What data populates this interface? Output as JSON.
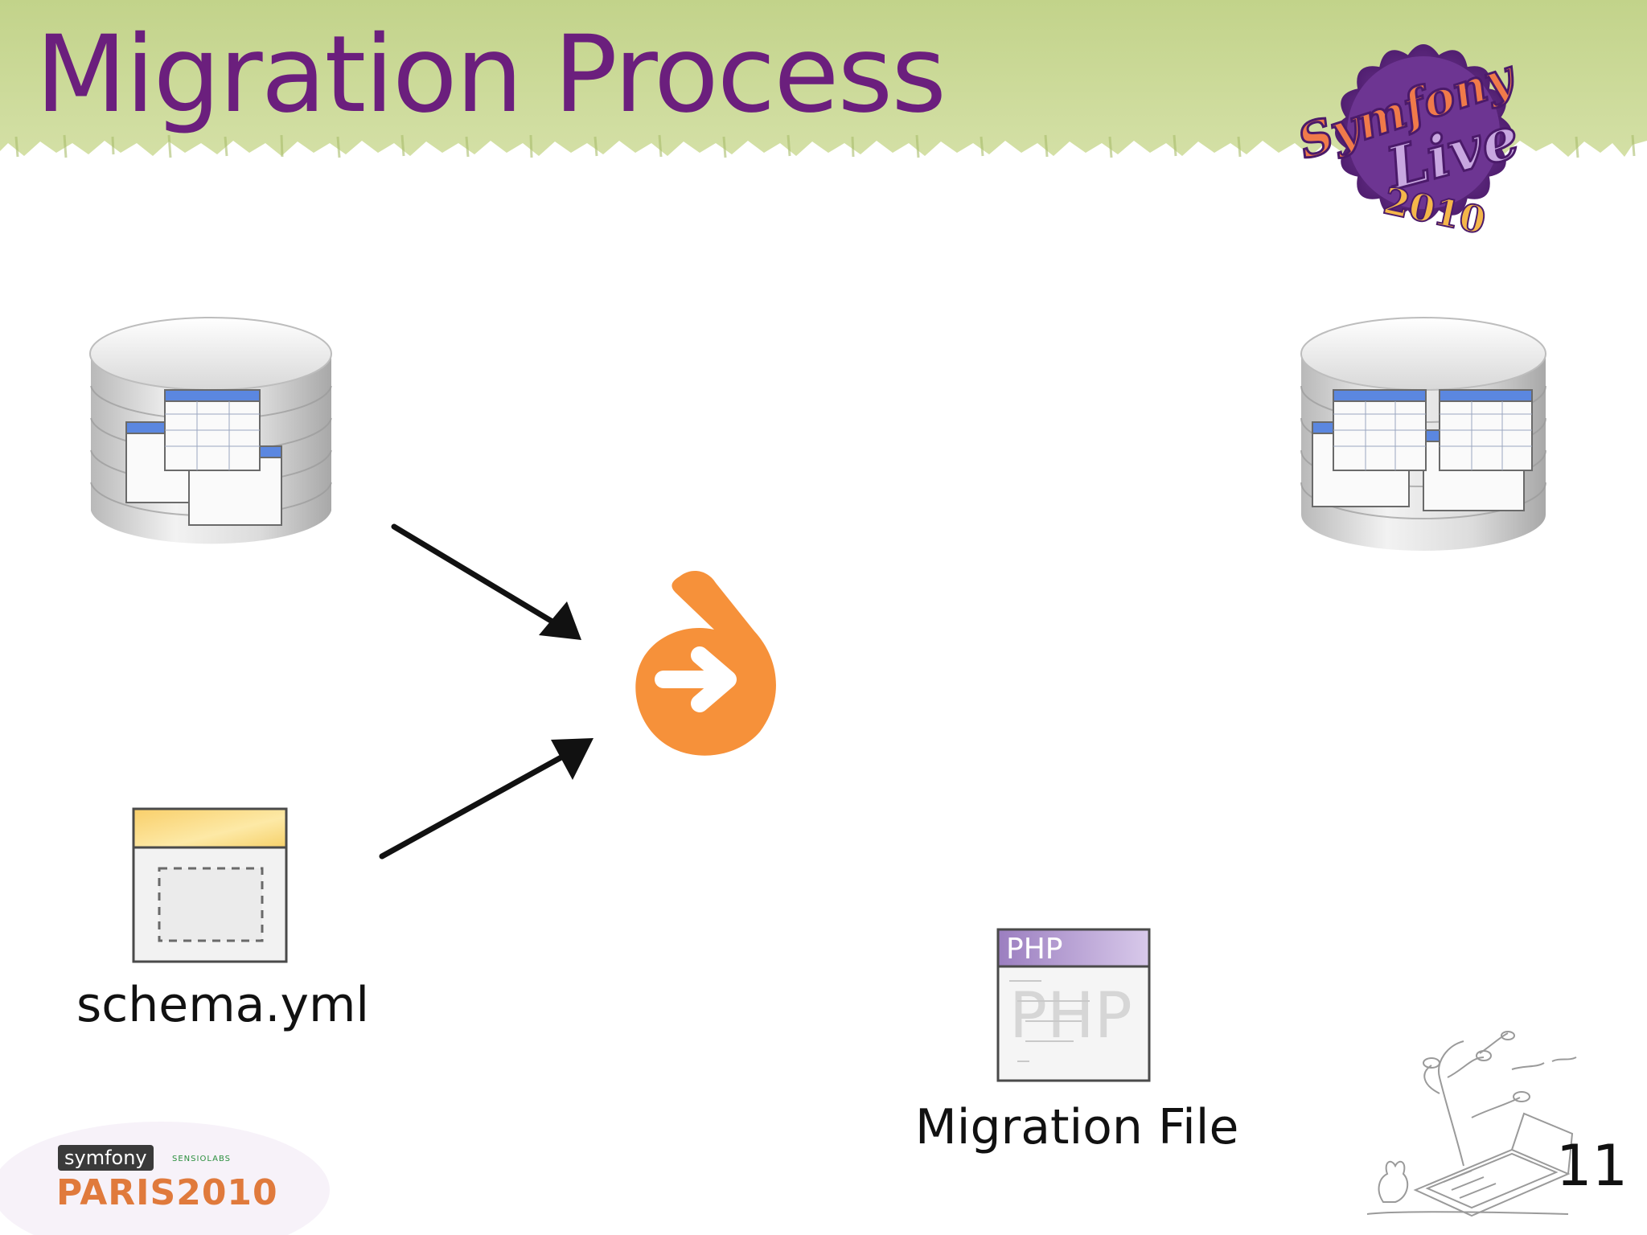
{
  "slide": {
    "title": "Migration Process",
    "page_number": "11"
  },
  "logo": {
    "line1": "Symfony",
    "line2": "Live",
    "line3": "2010",
    "icon": "symfony-live-flower-logo"
  },
  "diagram": {
    "source_database_icon": "database-icon",
    "target_database_icon": "database-icon",
    "schema_file": {
      "label": "schema.yml",
      "icon": "yaml-file-icon"
    },
    "processor": {
      "icon": "doctrine-logo-icon"
    },
    "output_file": {
      "label": "Migration File",
      "icon": "php-file-icon",
      "icon_text": "PHP"
    }
  },
  "footer": {
    "brand": "symfony",
    "partner": "SENSIOLABS",
    "event": "PARIS2010"
  },
  "colors": {
    "title": "#6b1f7d",
    "header_band": "#c5d68e",
    "doctrine_orange": "#f6913a",
    "arrow": "#111111",
    "event_text": "#e07a3c"
  }
}
